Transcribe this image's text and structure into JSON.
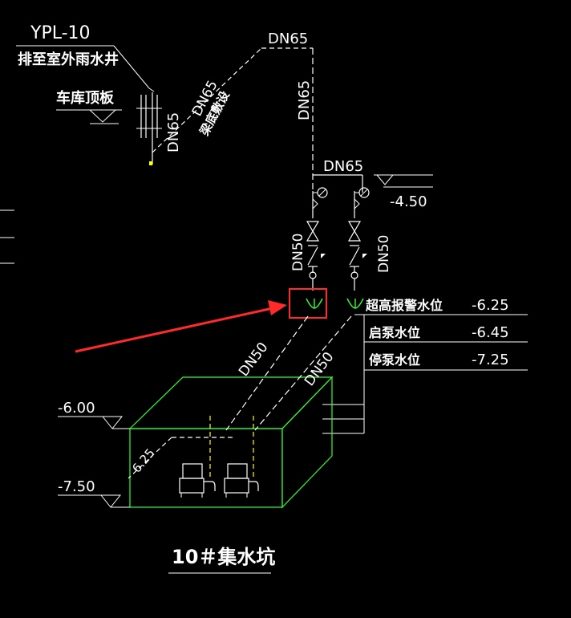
{
  "drawing": {
    "colors": {
      "background": "#000000",
      "line": "#ffffff",
      "pipe": "#ffffff",
      "pit": "#33ff33",
      "hanger": "#ffff00",
      "highlight": "#ff2a2a"
    },
    "outlet": {
      "code": "YPL-10",
      "note": "排至室外雨水井",
      "roof_label": "车库顶板",
      "pipe_dn": "DN65"
    },
    "pipes": {
      "sloped_dn": "DN65",
      "sloped_note": "梁底敷设",
      "top_dn": "DN65",
      "riser_dn": "DN65",
      "header_dn": "DN65",
      "left_branch_dn": "DN50",
      "right_branch_dn": "DN50",
      "diag_left_dn": "DN50",
      "diag_right_dn": "DN50",
      "diag_short": "6.25"
    },
    "levels": {
      "header": "-4.50",
      "pit_top": "-6.00",
      "pit_bottom": "-7.50"
    },
    "water_levels": [
      {
        "label": "超高报警水位",
        "value": "-6.25"
      },
      {
        "label": "启泵水位",
        "value": "-6.45"
      },
      {
        "label": "停泵水位",
        "value": "-7.25"
      }
    ],
    "pit_caption": "10＃集水坑",
    "icons": [
      "gauge-icon",
      "gate-valve-icon",
      "check-valve-icon",
      "coupling-icon",
      "pump-icon",
      "arrow-icon"
    ]
  }
}
